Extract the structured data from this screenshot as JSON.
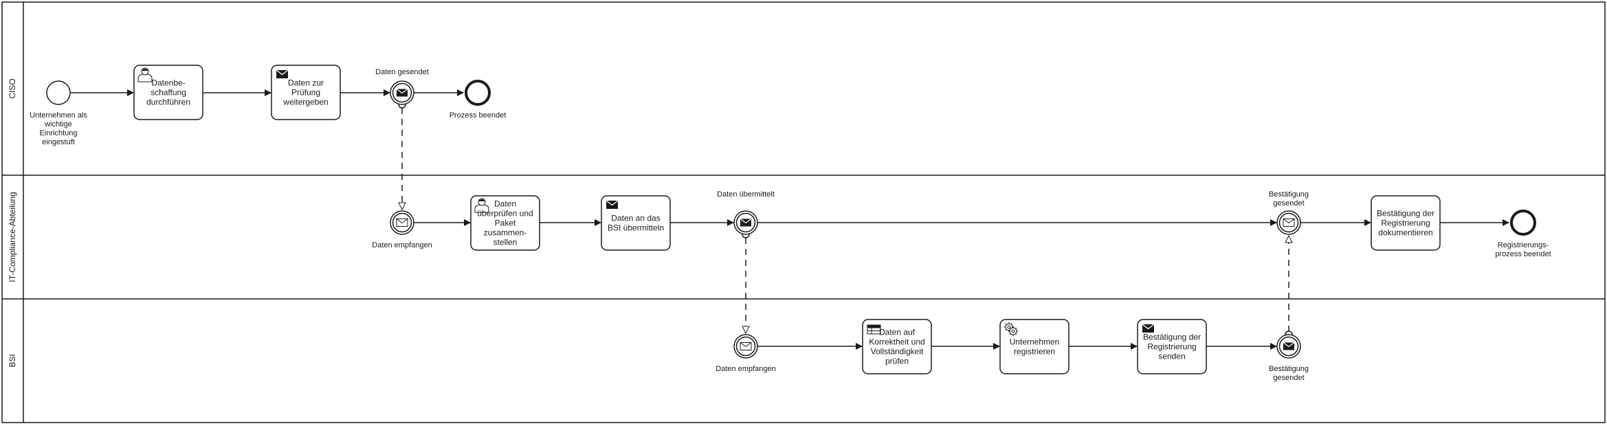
{
  "lanes": [
    {
      "id": "ciso",
      "label": "CISO"
    },
    {
      "id": "it",
      "label": "IT-Compliance-Abteilung"
    },
    {
      "id": "bsi",
      "label": "BSI"
    }
  ],
  "events": {
    "ciso_start": [
      "Unternehmen als",
      "wichtige",
      "Einrichtung",
      "eingestuft"
    ],
    "ciso_sent": [
      "Daten gesendet"
    ],
    "ciso_end": [
      "Prozess beendet"
    ],
    "it_recv": [
      "Daten empfangen"
    ],
    "it_sent": [
      "Daten übermittelt"
    ],
    "it_conf_recv": [
      "Bestätigung",
      "gesendet"
    ],
    "it_end": [
      "Registrierungs-",
      "prozess beendet"
    ],
    "bsi_recv": [
      "Daten empfangen"
    ],
    "bsi_conf_sent": [
      "Bestätigung",
      "gesendet"
    ]
  },
  "tasks": {
    "t1": [
      "Datenbe-",
      "schaffung",
      "durchführen"
    ],
    "t2": [
      "Daten zur",
      "Prüfung",
      "weitergeben"
    ],
    "t3": [
      "Daten",
      "überprüfen und",
      "Paket",
      "zusammen-",
      "stellen"
    ],
    "t4": [
      "Daten an das",
      "BSI übermitteln"
    ],
    "t5": [
      "Bestätigung der",
      "Registrierung",
      "dokumentieren"
    ],
    "t6": [
      "Daten auf",
      "Korrektheit und",
      "Vollständigkeit",
      "prüfen"
    ],
    "t7": [
      "Unternehmen",
      "registrieren"
    ],
    "t8": [
      "Bestätigung der",
      "Registrierung",
      "senden"
    ]
  }
}
